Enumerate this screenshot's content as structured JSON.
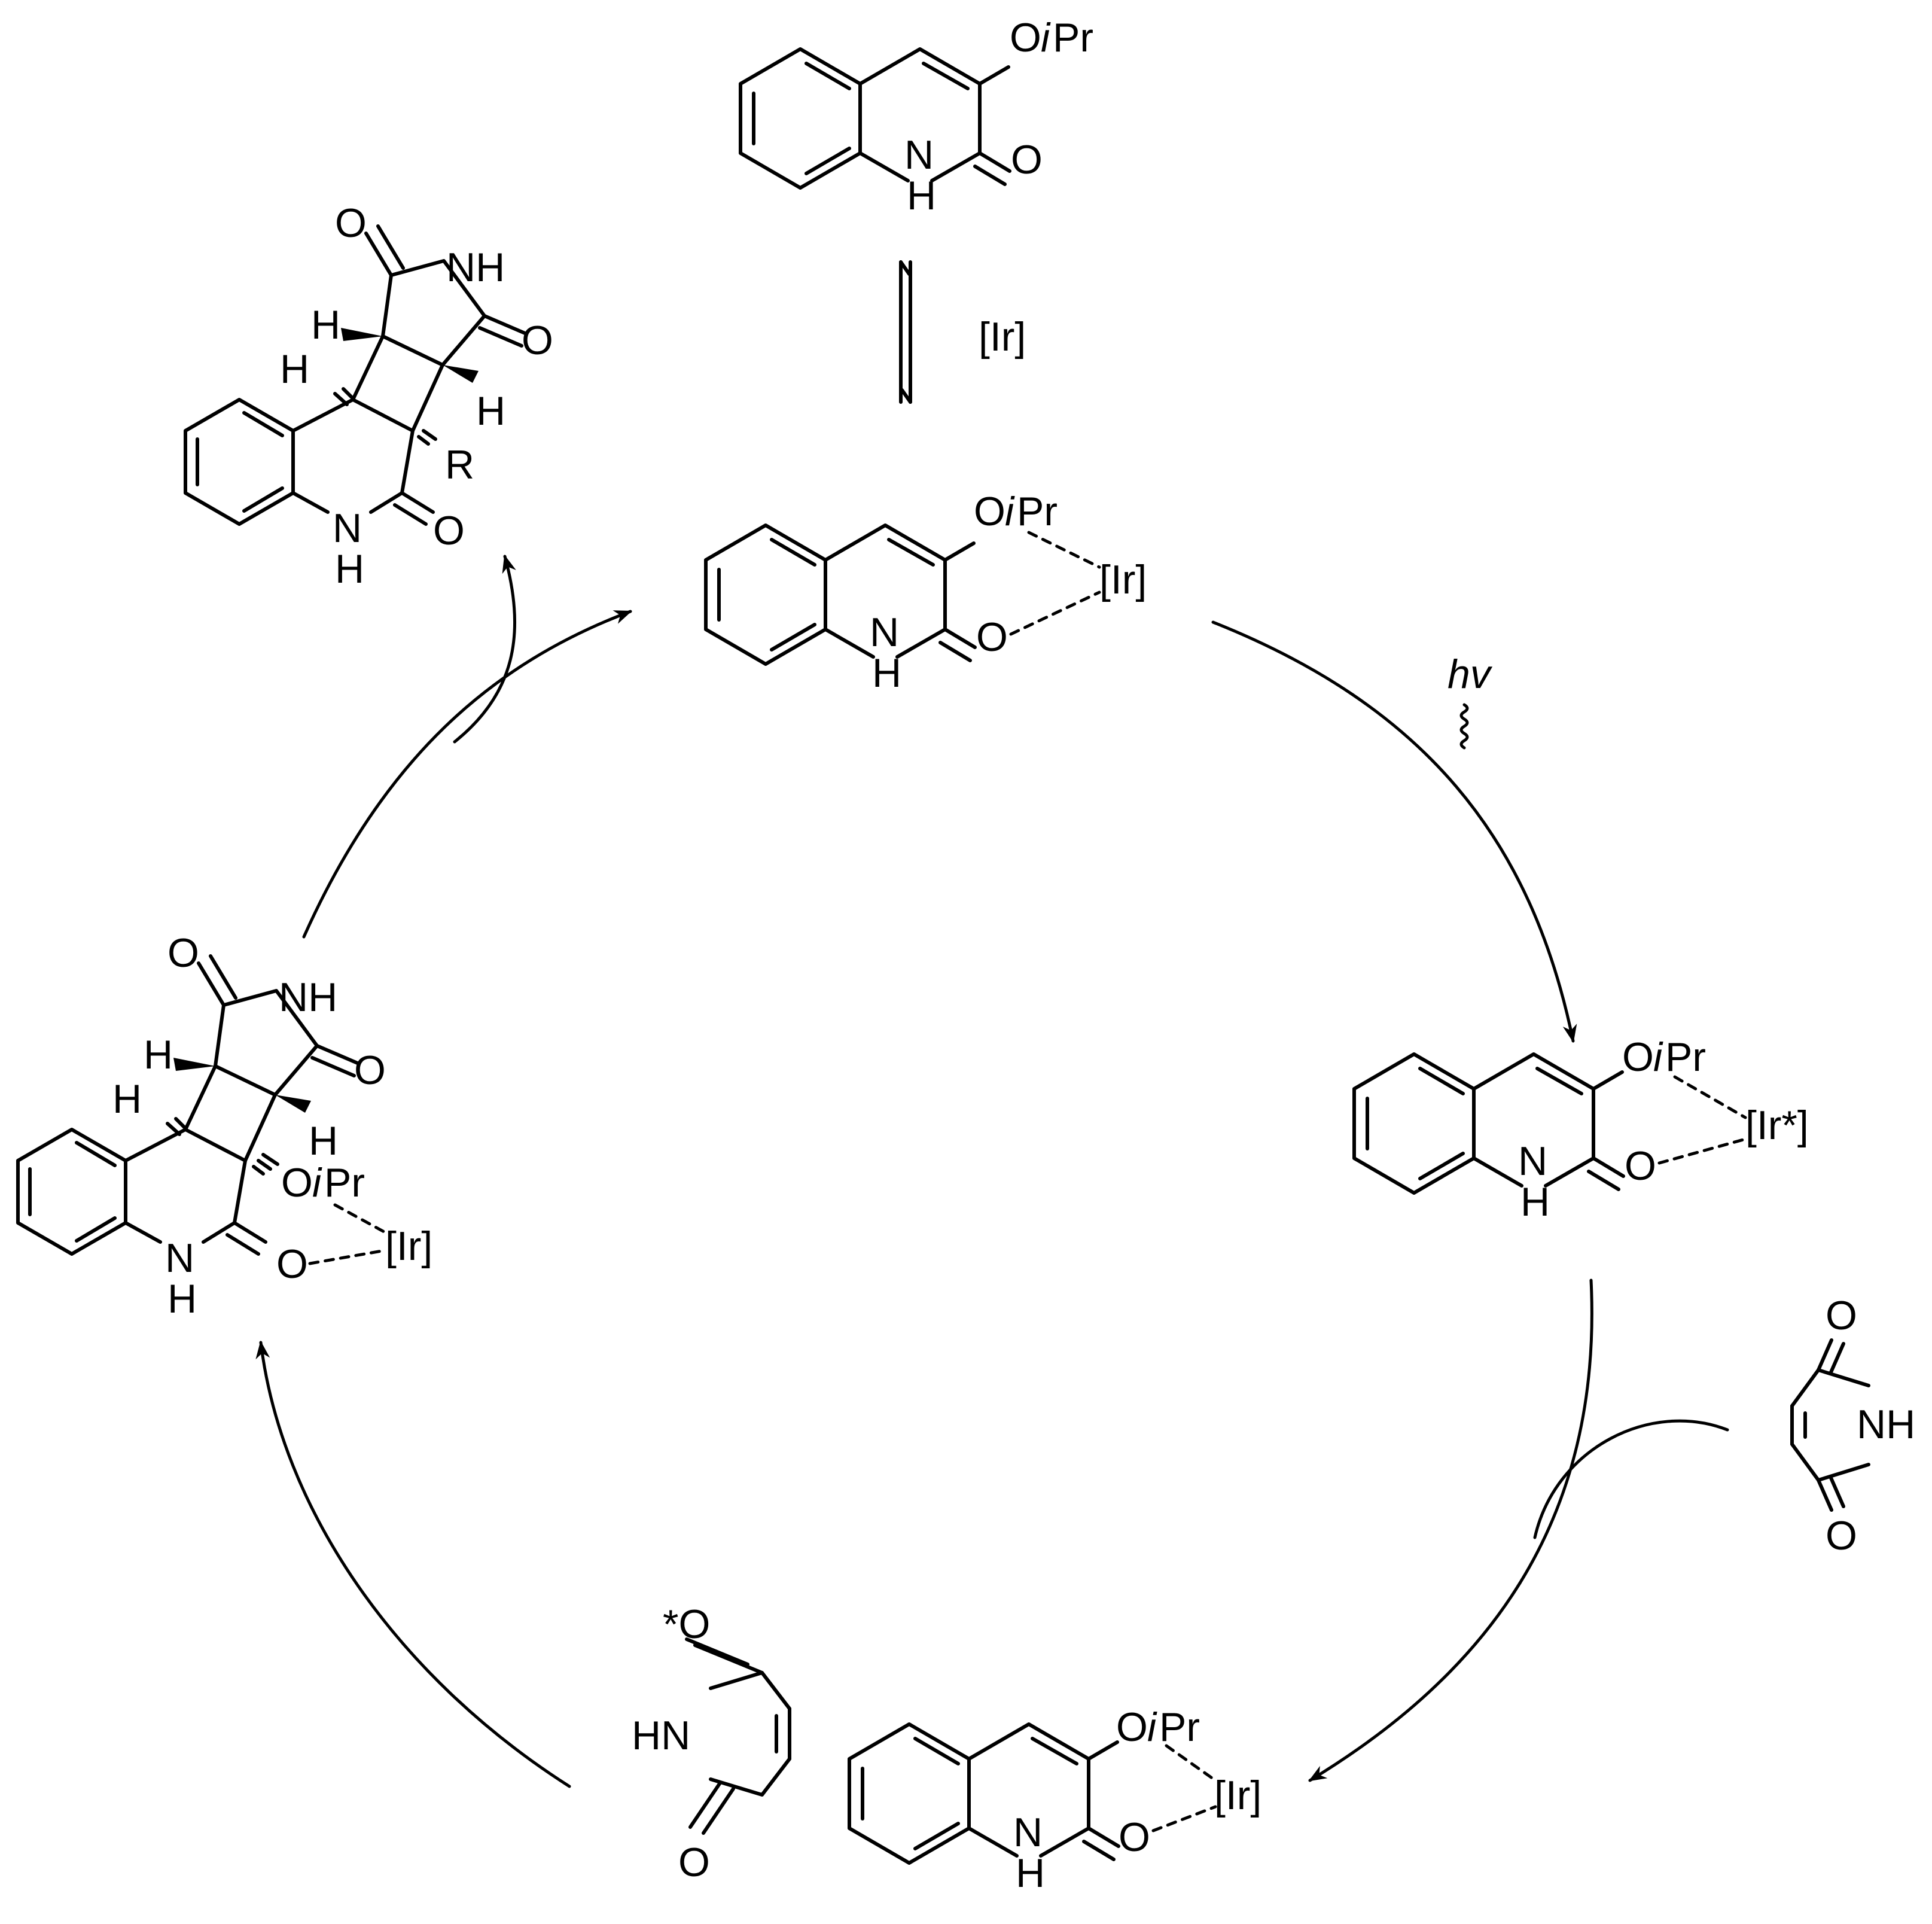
{
  "atoms": {
    "o": "O",
    "oipr_o": "O",
    "oipr_i": "i",
    "oipr_pr": "Pr",
    "n": "N",
    "h": "H",
    "hn": "HN",
    "nh": "NH",
    "r": "R",
    "o_star": "*O"
  },
  "labels": {
    "ir": "[Ir]",
    "ir_star": "[Ir*]",
    "hv": "hv"
  },
  "colors": {
    "ink": "#000000",
    "background": "#ffffff"
  }
}
